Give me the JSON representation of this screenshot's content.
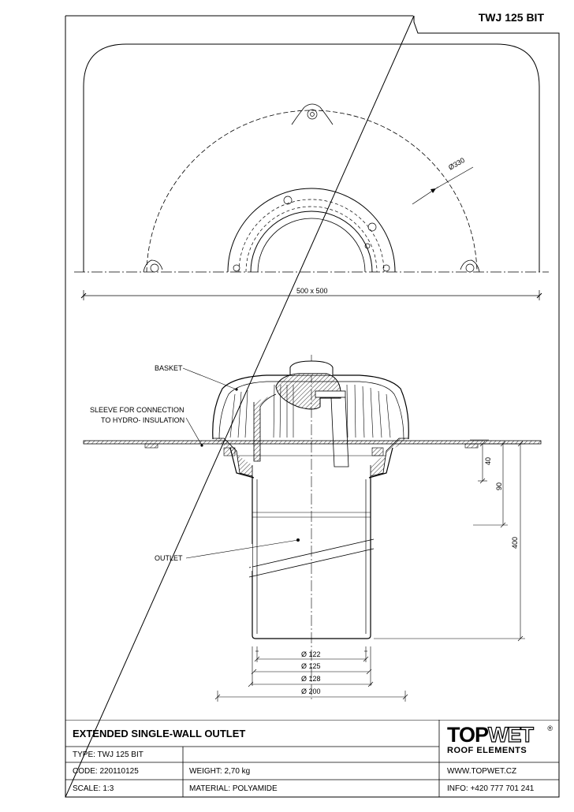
{
  "sheet": {
    "code": "TWJ 125 BIT"
  },
  "plan_view": {
    "diameter_label": "Ø330",
    "size_label": "500 x 500"
  },
  "section_view": {
    "labels": {
      "basket": "BASKET",
      "sleeve_line1": "SLEEVE FOR CONNECTION",
      "sleeve_line2": "TO HYDRO- INSULATION",
      "outlet": "OUTLET"
    },
    "dimensions": {
      "d1": "Ø 122",
      "d2": "Ø 125",
      "d3": "Ø 128",
      "d4": "Ø 200",
      "h1": "40",
      "h2": "90",
      "h3": "400"
    }
  },
  "title_block": {
    "title": "EXTENDED SINGLE-WALL OUTLET",
    "type": "TYPE: TWJ 125 BIT",
    "code": "CODE: 220110125",
    "weight": "WEIGHT:  2,70 kg",
    "scale": "SCALE: 1:3",
    "material": "MATERIAL: POLYAMIDE",
    "website": "WWW.TOPWET.CZ",
    "info": "INFO: +420 777 701 241",
    "logo": {
      "top": "TOP",
      "wet": "WET",
      "sub": "ROOF ELEMENTS",
      "reg": "®"
    }
  }
}
